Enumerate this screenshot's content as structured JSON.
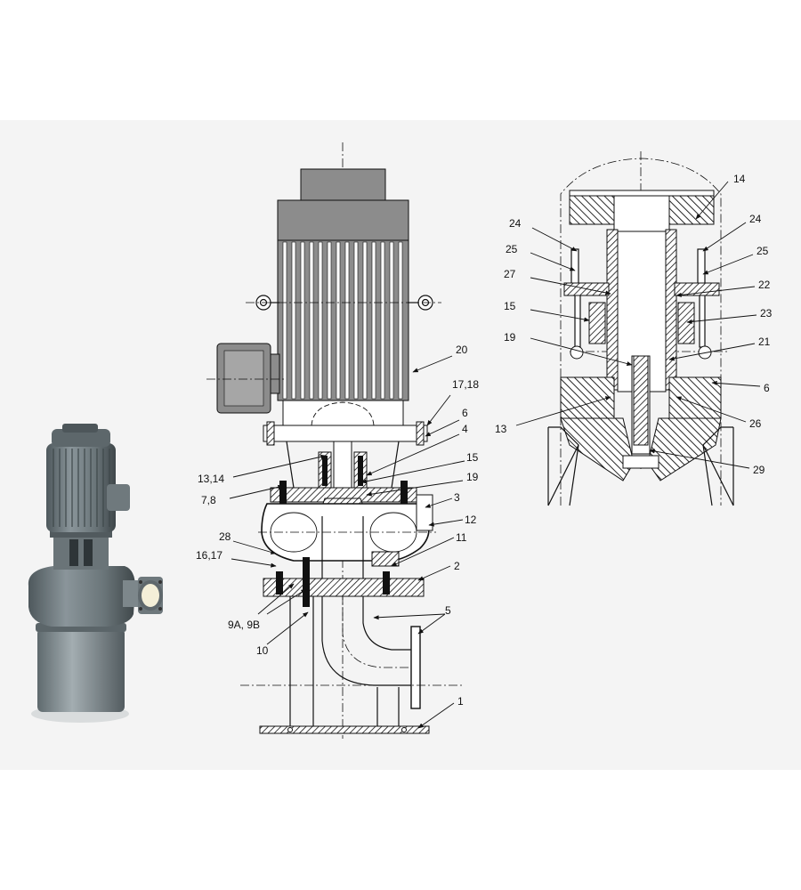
{
  "colors": {
    "background": "#f4f4f4",
    "motor_body": "#8c8c8c",
    "motor_fins": "#ffffff",
    "hatch": "#111111",
    "photo_pump": "#6f7a7e",
    "photo_flange": "#f4efd8"
  },
  "assembly_drawing": {
    "labels": {
      "l20": "20",
      "l17_18": "17,18",
      "l6": "6",
      "l4": "4",
      "l13_14": "13,14",
      "l15": "15",
      "l7_8": "7,8",
      "l19": "19",
      "l3": "3",
      "l12": "12",
      "l28": "28",
      "l11": "11",
      "l16_17": "16,17",
      "l2": "2",
      "l9a_9b": "9A, 9B",
      "l5": "5",
      "l10": "10",
      "l1": "1"
    }
  },
  "detail_drawing": {
    "labels": {
      "l14": "14",
      "l24_left": "24",
      "l24_right": "24",
      "l25_left": "25",
      "l25_right": "25",
      "l27": "27",
      "l22": "22",
      "l15": "15",
      "l23": "23",
      "l19": "19",
      "l21": "21",
      "l6": "6",
      "l13": "13",
      "l26": "26",
      "l29": "29"
    }
  },
  "icons": {
    "photo": "vertical-pump-photo-icon",
    "motor": "electric-motor-icon",
    "lifting_eye": "lifting-eye-icon"
  }
}
